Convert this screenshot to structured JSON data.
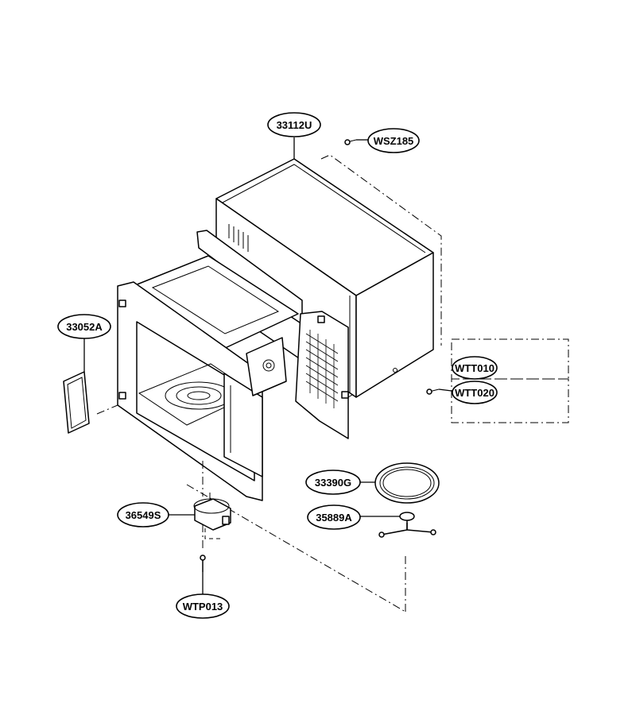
{
  "labels": {
    "top_cover": "33112U",
    "top_screw": "WSZ185",
    "left_plate": "33052A",
    "screw_a": "WTT010",
    "screw_b": "WTT020",
    "turntable_tray": "33390G",
    "roller_ring": "35889A",
    "motor": "36549S",
    "motor_screw": "WTP013"
  }
}
